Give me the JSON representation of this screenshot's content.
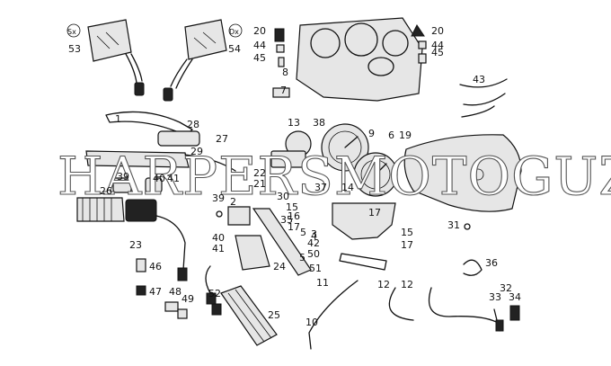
{
  "diagram": {
    "watermark": "HARPERSMOTOGUZZI©",
    "side_markers": {
      "left": "Sx",
      "right": "Dx"
    },
    "callouts": [
      "1",
      "2",
      "3",
      "4",
      "5",
      "5",
      "6",
      "7",
      "8",
      "9",
      "10",
      "11",
      "12",
      "12",
      "13",
      "14",
      "15",
      "15",
      "16",
      "17",
      "17",
      "17",
      "19",
      "20",
      "20",
      "21",
      "22",
      "23",
      "24",
      "25",
      "26",
      "27",
      "28",
      "29",
      "30",
      "31",
      "32",
      "33",
      "34",
      "35",
      "36",
      "37",
      "38",
      "39",
      "39",
      "40",
      "40",
      "41",
      "41",
      "42",
      "43",
      "44",
      "44",
      "45",
      "45",
      "46",
      "47",
      "48",
      "49",
      "50",
      "51",
      "52",
      "53",
      "54"
    ]
  }
}
